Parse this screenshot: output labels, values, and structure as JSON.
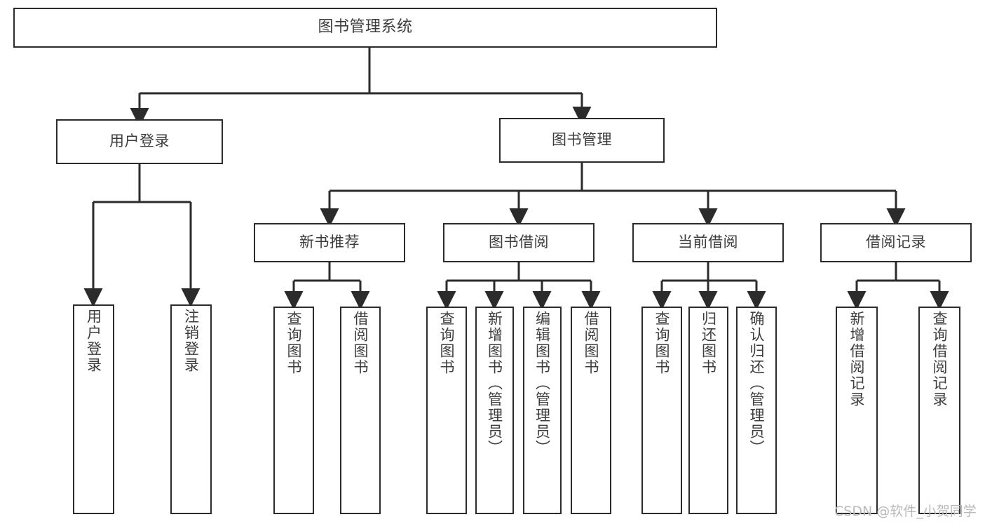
{
  "diagram": {
    "title": "图书管理系统",
    "watermark": "CSDN @软件_小贺同学",
    "colors": {
      "stroke": "#2b2b2b",
      "text": "#3c3c3c",
      "background": "#ffffff",
      "watermark": "#b9b9b9"
    },
    "levels": {
      "root": {
        "label": "图书管理系统"
      },
      "level2": [
        {
          "label": "用户登录"
        },
        {
          "label": "图书管理"
        }
      ],
      "level3": [
        {
          "label": "新书推荐"
        },
        {
          "label": "图书借阅"
        },
        {
          "label": "当前借阅"
        },
        {
          "label": "借阅记录"
        }
      ],
      "leaves": [
        {
          "label": "用户登录"
        },
        {
          "label": "注销登录"
        },
        {
          "label": "查询图书"
        },
        {
          "label": "借阅图书"
        },
        {
          "label": "查询图书"
        },
        {
          "label": "新增图书（管理员）"
        },
        {
          "label": "编辑图书（管理员）"
        },
        {
          "label": "借阅图书"
        },
        {
          "label": "查询图书"
        },
        {
          "label": "归还图书"
        },
        {
          "label": "确认归还（管理员）"
        },
        {
          "label": "新增借阅记录"
        },
        {
          "label": "查询借阅记录"
        }
      ]
    }
  }
}
